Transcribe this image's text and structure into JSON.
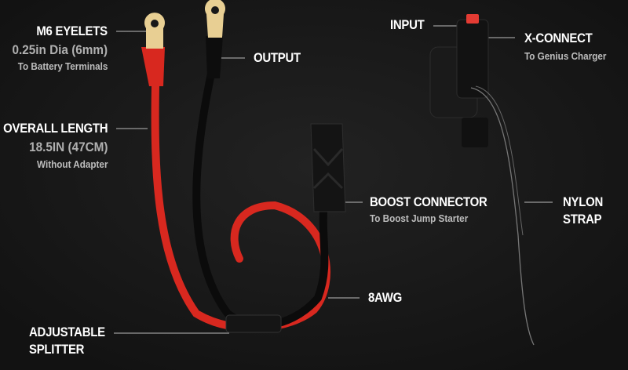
{
  "callouts": {
    "m6_eyelets": {
      "title": "M6 EYELETS",
      "detail": "0.25in Dia (6mm)",
      "note": "To Battery Terminals"
    },
    "output": {
      "title": "OUTPUT"
    },
    "overall_length": {
      "title": "OVERALL LENGTH",
      "detail": "18.5IN (47CM)",
      "note": "Without Adapter"
    },
    "input": {
      "title": "INPUT"
    },
    "x_connect": {
      "title": "X-CONNECT",
      "note": "To Genius Charger"
    },
    "boost_connector": {
      "title": "BOOST CONNECTOR",
      "note": "To Boost Jump Starter"
    },
    "nylon_strap": {
      "title_line1": "NYLON",
      "title_line2": "STRAP"
    },
    "awg": {
      "title": "8AWG"
    },
    "splitter": {
      "title_line1": "ADJUSTABLE",
      "title_line2": "SPLITTER"
    }
  },
  "colors": {
    "background": "#181818",
    "red_cable": "#d8281f",
    "black_cable": "#0c0c0c",
    "eyelet": "#e8cf93",
    "leader_line": "#9a9a9a"
  }
}
